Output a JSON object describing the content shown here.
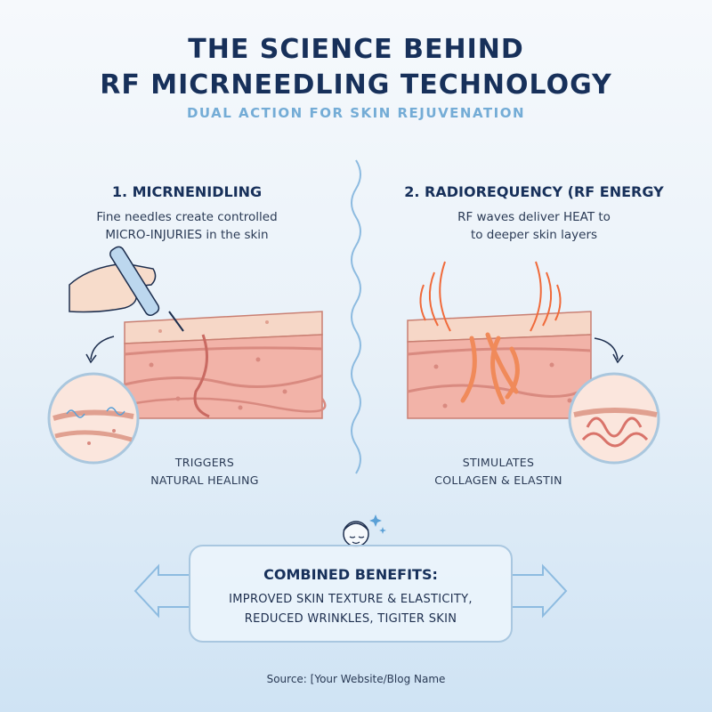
{
  "header": {
    "title_line1": "THE SCIENCE BEHIND",
    "title_line2": "RF MICRNEEDLING TECHNOLOGY",
    "subtitle": "DUAL ACTION FOR SKIN REJUVENATION"
  },
  "left_panel": {
    "heading": "1. MICRNENIDLING",
    "desc_line1": "Fine needles create controlled",
    "desc_line2": "MICRO-INJURIES in the skin",
    "foot_line1": "TRIGGERS",
    "foot_line2": "NATURAL HEALING"
  },
  "right_panel": {
    "heading": "2. RADIOREQUENCY (RF ENERGY",
    "desc_line1": "RF waves deliver HEAT to",
    "desc_line2": "to deeper skin layers",
    "foot_line1": "STIMULATES",
    "foot_line2": "COLLAGEN & ELASTIN"
  },
  "benefits": {
    "heading": "COMBINED BENEFITS:",
    "line1": "IMPROVED SKIN TEXTURE & ELASTICITY,",
    "line2": "REDUCED WRINKLES, TIGITER SKIN"
  },
  "footer": {
    "source": "Source: [Your Website/Blog Name"
  },
  "colors": {
    "title": "#17305a",
    "accent": "#74acd6",
    "skin": "#f2b3a8",
    "heat": "#f06a3a"
  }
}
